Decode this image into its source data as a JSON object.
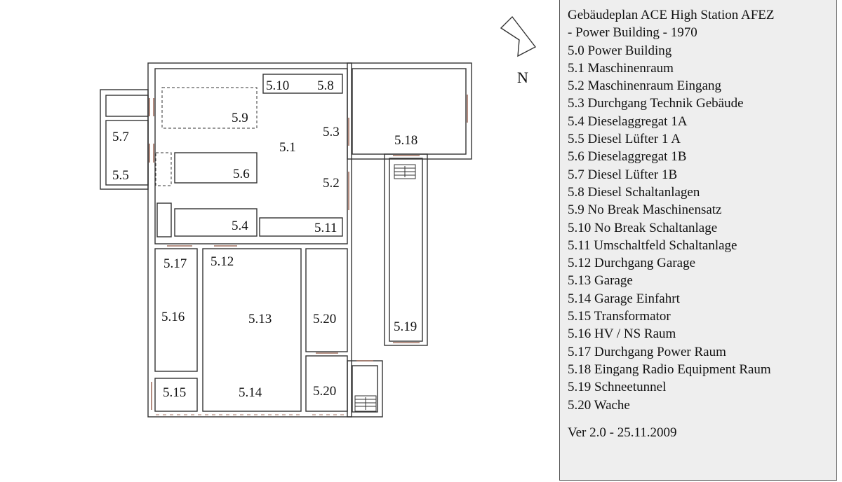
{
  "legend": {
    "title_line1": "Gebäudeplan ACE High Station AFEZ",
    "title_line2": "- Power Building - 1970",
    "items": [
      "5.0  Power Building",
      "5.1  Maschinenraum",
      "5.2  Maschinenraum Eingang",
      "5.3  Durchgang Technik Gebäude",
      "5.4  Dieselaggregat 1A",
      "5.5  Diesel Lüfter 1 A",
      "5.6 Dieselaggregat 1B",
      "5.7  Diesel Lüfter 1B",
      "5.8  Diesel Schaltanlagen",
      "5.9  No Break Maschinensatz",
      "5.10 No Break Schaltanlage",
      "5.11 Umschaltfeld Schaltanlage",
      "5.12 Durchgang Garage",
      "5.13 Garage",
      "5.14 Garage Einfahrt",
      "5.15 Transformator",
      "5.16 HV / NS Raum",
      "5.17 Durchgang Power Raum",
      "5.18 Eingang Radio Equipment Raum",
      "5.19 Schneetunnel",
      "5.20 Wache"
    ],
    "version": "Ver 2.0 - 25.11.2009"
  },
  "plan": {
    "north_label": "N",
    "rooms": {
      "r5_1": "5.1",
      "r5_2": "5.2",
      "r5_3": "5.3",
      "r5_4": "5.4",
      "r5_5": "5.5",
      "r5_6": "5.6",
      "r5_7": "5.7",
      "r5_8": "5.8",
      "r5_9": "5.9",
      "r5_10": "5.10",
      "r5_11": "5.11",
      "r5_12": "5.12",
      "r5_13": "5.13",
      "r5_14": "5.14",
      "r5_15": "5.15",
      "r5_16": "5.16",
      "r5_17": "5.17",
      "r5_18": "5.18",
      "r5_19": "5.19",
      "r5_20a": "5.20",
      "r5_20b": "5.20"
    }
  }
}
